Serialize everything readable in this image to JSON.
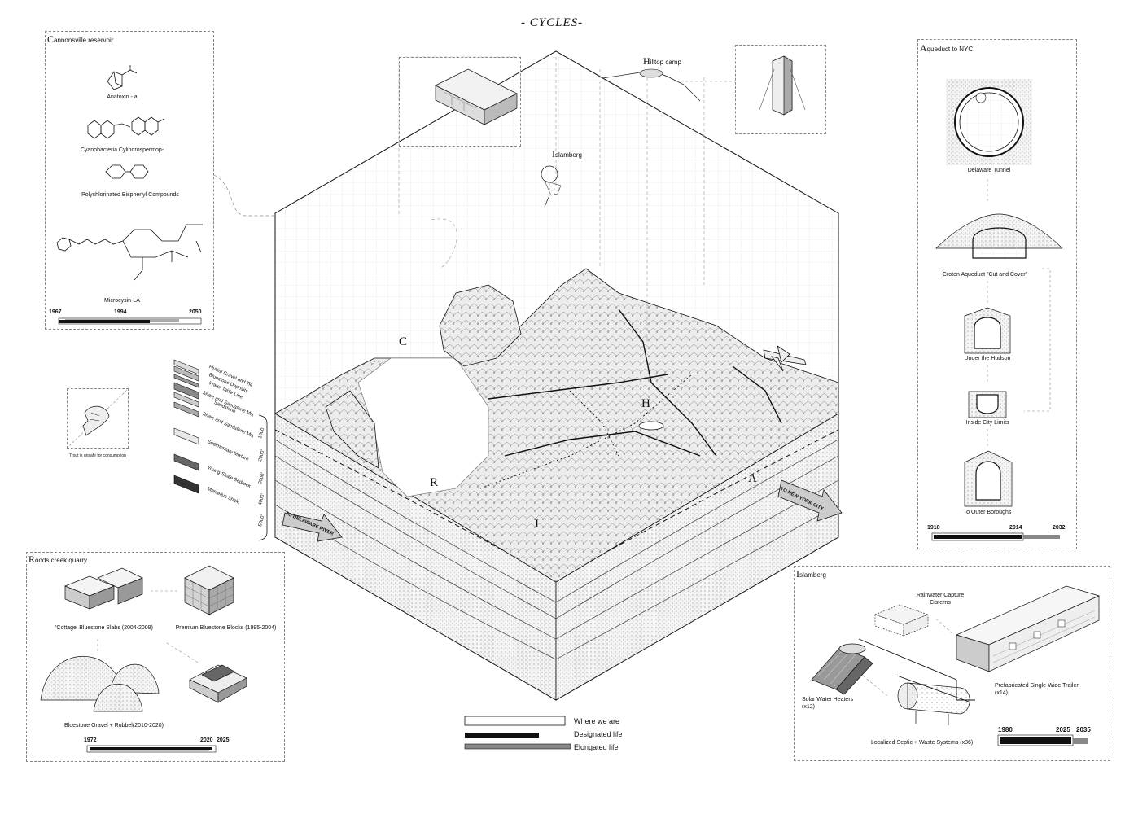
{
  "title": "- CYCLES-",
  "cannonsville": {
    "title_initial": "C",
    "title_rest": "annonsville reservoir",
    "compounds": [
      "Anatoxin - a",
      "Cyanobacteria Cylindrospermop-",
      "Polychlorinated Bisphenyl Compounds",
      "Microcysin-LA"
    ],
    "timeline": {
      "start": "1967",
      "mid": "1994",
      "end": "2050"
    }
  },
  "trout_note": "Trout is unsafe for consumption",
  "strata": {
    "layers": [
      "Fluvial Gravel and Till",
      "Bluestone Deposits",
      "Water Table Line",
      "Shale and Sandstone Mix",
      "Sandstone",
      "Shale and Sandstone Mix",
      "Sedimentary Mixture",
      "Young Shale Bedrock",
      "Marcellus Shale"
    ],
    "depths": [
      "1000'",
      "2000'",
      "3000'",
      "4000'",
      "5000'"
    ]
  },
  "roods": {
    "title_initial": "R",
    "title_rest": "oods creek quarry",
    "items": [
      "'Cottage' Bluestone Slabs (2004-2009)",
      "Premium Bluestone Blocks (1995-2004)",
      "Bluestone Gravel  + Rubbel(2010-2020)"
    ],
    "timeline": {
      "start": "1972",
      "mid": "2020",
      "end": "2025"
    }
  },
  "hilltop": {
    "title_initial": "H",
    "title_rest": "illtop camp"
  },
  "islamberg_map": {
    "title_initial": "I",
    "title_rest": "slamberg"
  },
  "map_letters": {
    "c": "C",
    "h": "H",
    "r": "R",
    "i": "I",
    "a": "A"
  },
  "arrows": {
    "delaware": "TO DELAWARE RIVER",
    "nyc": "TO NEW YORK CITY"
  },
  "legend": [
    "Where we are",
    "Designated life",
    "Elongated life"
  ],
  "aqueduct": {
    "title_initial": "A",
    "title_rest": "queduct to NYC",
    "items": [
      "Delaware Tunnel",
      "Croton Aqueduct \"Cut and Cover\"",
      "Under the Hudson",
      "Inside City Limits",
      "To Outer Boroughs"
    ],
    "timeline": {
      "start": "1918",
      "mid": "2014",
      "end": "2032"
    }
  },
  "islamberg": {
    "title_initial": "I",
    "title_rest": "slamberg",
    "items": [
      "Rainwater Capture Cisterns",
      "Solar Water Heaters (x12)",
      "Localized Septic + Waste Systems (x36)",
      "Prefabricated Single-Wide Trailer (x14)"
    ],
    "timeline": {
      "start": "1980",
      "mid": "2025",
      "end": "2035"
    }
  }
}
